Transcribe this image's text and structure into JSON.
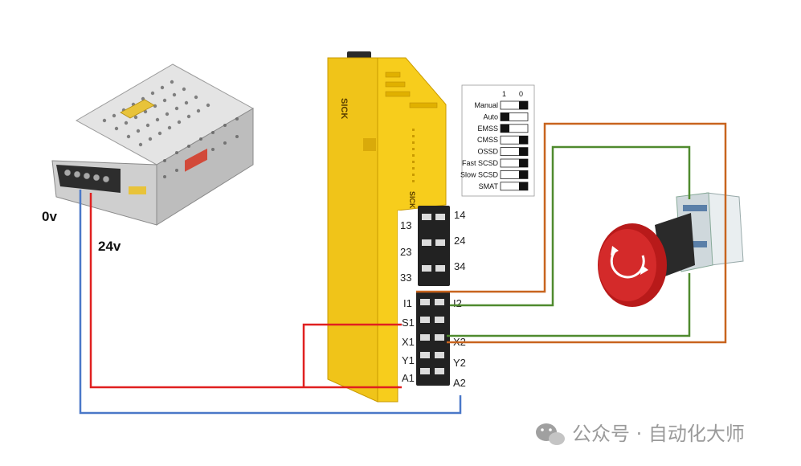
{
  "power_supply": {
    "label_0v": "0v",
    "label_24v": "24v"
  },
  "relay": {
    "brand": "SICK",
    "right_column": [
      "14",
      "24",
      "34"
    ],
    "left_column": [
      "13",
      "23",
      "33"
    ],
    "lower_left": [
      "I1",
      "S1",
      "X1",
      "Y1",
      "A1"
    ],
    "lower_right": [
      "I2",
      "X2",
      "Y2",
      "A2"
    ]
  },
  "dip_panel": {
    "header_1": "1",
    "header_0": "0",
    "rows": [
      {
        "label": "Manual",
        "position": "0"
      },
      {
        "label": "Auto",
        "position": "1"
      },
      {
        "label": "EMSS",
        "position": "1"
      },
      {
        "label": "CMSS",
        "position": "0"
      },
      {
        "label": "OSSD",
        "position": "0"
      },
      {
        "label": "Fast SCSD",
        "position": "0"
      },
      {
        "label": "Slow SCSD",
        "position": "0"
      },
      {
        "label": "SMAT",
        "position": "0"
      }
    ]
  },
  "wires": {
    "red": "#e02020",
    "blue": "#4a78c8",
    "orange": "#c8641e",
    "green": "#4f8a2e"
  },
  "watermark": {
    "icon": "wechat-icon",
    "text": "公众号 · 自动化大师"
  }
}
